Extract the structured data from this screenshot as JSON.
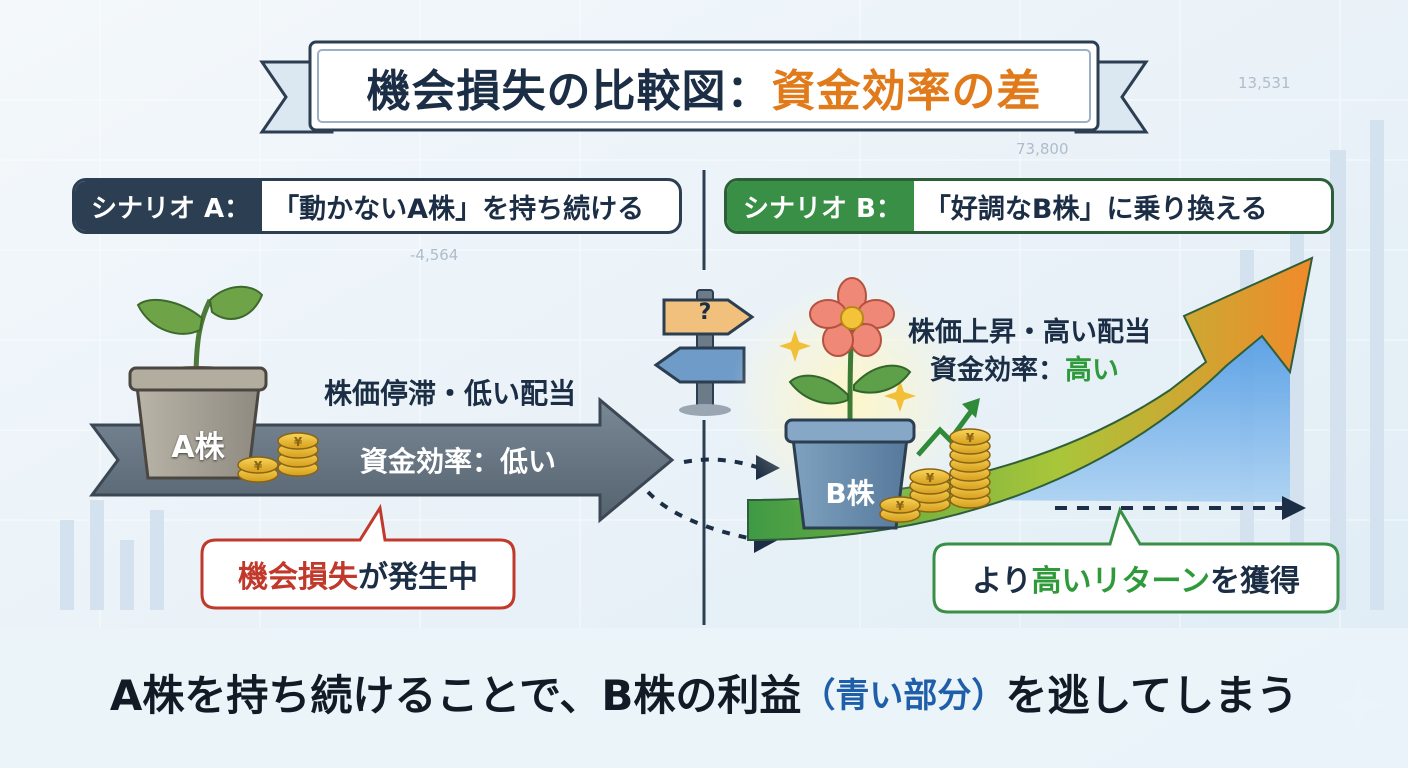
{
  "title": {
    "part1": "機会損失の比較図：",
    "part2": "資金効率の差"
  },
  "scenario_a": {
    "tag": "シナリオ A：",
    "desc": "「動かないA株」を持ち続ける",
    "stock_label": "A株",
    "line1": "株価停滞・低い配当",
    "line2": "資金効率：低い",
    "callout_red": "機会損失",
    "callout_rest": "が発生中"
  },
  "scenario_b": {
    "tag": "シナリオ B：",
    "desc": "「好調なB株」に乗り換える",
    "stock_label": "B株",
    "line1": "株価上昇・高い配当",
    "line2_prefix": "資金効率：",
    "line2_value": "高い",
    "callout_prefix": "より",
    "callout_green": "高いリターン",
    "callout_rest": "を獲得"
  },
  "signpost": {
    "symbol": "?"
  },
  "background_numbers": [
    "13,531",
    "73,800",
    "-4,564"
  ],
  "bottom": {
    "part1": "A株を持ち続けることで、B株の利益",
    "part2": "（青い部分）",
    "part3": "を逃してしまう"
  },
  "colors": {
    "navy": "#2c3e52",
    "green": "#3a8f46",
    "orange": "#e07a1a",
    "red": "#c0392b",
    "blue": "#3b86d6"
  },
  "icons": [
    "seedling-icon",
    "flower-icon",
    "yen-coin-icon",
    "signpost-icon",
    "sparkle-icon"
  ]
}
